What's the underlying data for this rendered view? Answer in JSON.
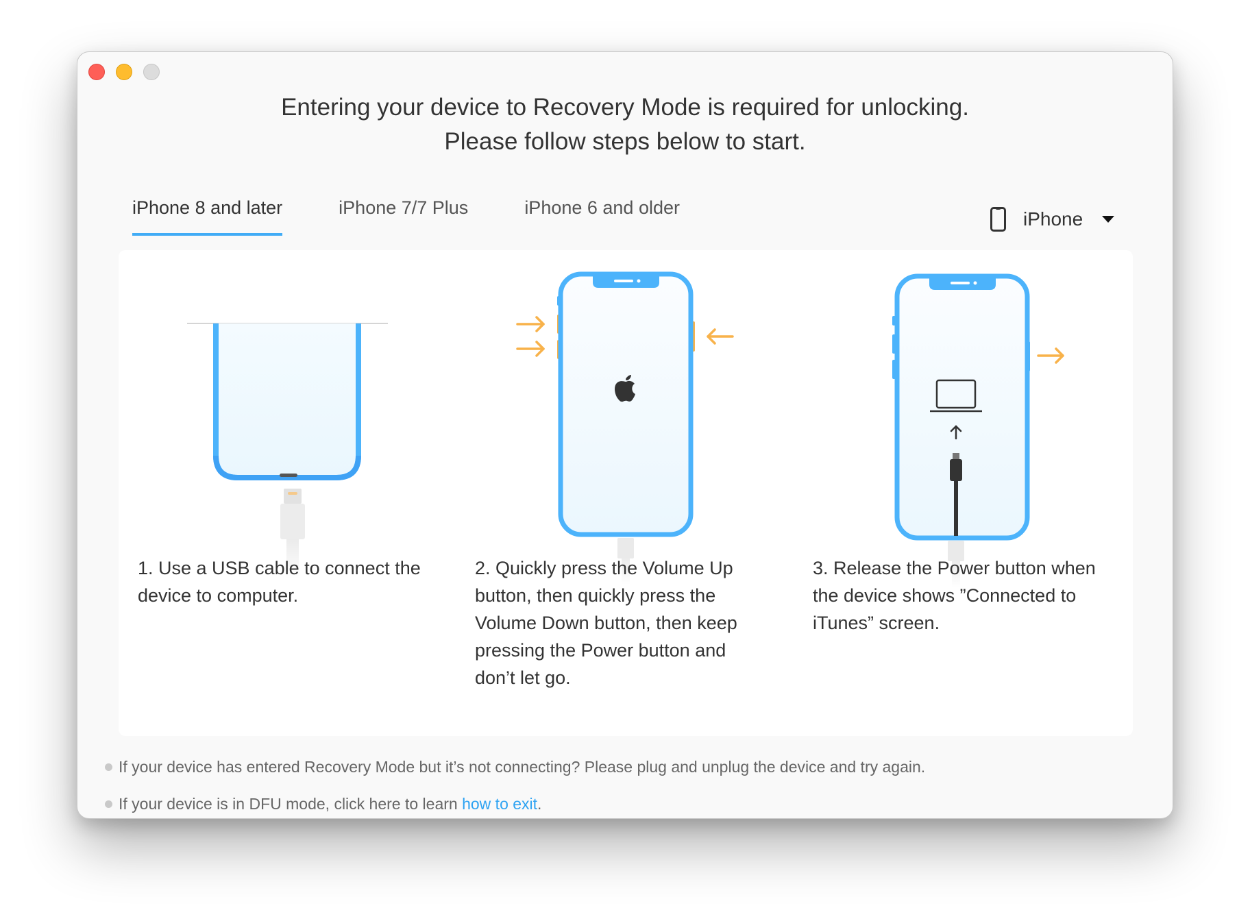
{
  "window": {
    "controls": [
      "close",
      "minimize",
      "zoom"
    ],
    "colors": {
      "close": "#fe5f57",
      "minimize": "#febc2e",
      "zoom": "#dcdcdc"
    }
  },
  "header": {
    "title_line1": "Entering your device to Recovery Mode is required for unlocking.",
    "title_line2": "Please follow steps below to start."
  },
  "tabs": [
    {
      "label": "iPhone 8 and later",
      "active": true
    },
    {
      "label": "iPhone 7/7 Plus",
      "active": false
    },
    {
      "label": "iPhone 6 and older",
      "active": false
    }
  ],
  "device_select": {
    "icon": "phone-icon",
    "selected": "iPhone",
    "caret_icon": "caret-down-icon"
  },
  "steps": [
    {
      "number": 1,
      "text": "1. Use a USB cable to connect the device to computer.",
      "illustration": "phone-bottom-with-usb-cable"
    },
    {
      "number": 2,
      "text": "2. Quickly press the Volume Up button, then quickly press the Volume Down button, then keep pressing the Power button and don’t let go.",
      "illustration": "phone-apple-logo-with-button-arrows"
    },
    {
      "number": 3,
      "text": "3. Release the Power button when the device shows ”Connected to iTunes” screen.",
      "illustration": "phone-connected-to-itunes-screen"
    }
  ],
  "notes": [
    {
      "text": "If your device has entered Recovery Mode but it’s not connecting? Please plug and unplug the device and try again."
    },
    {
      "text_before": "If your device is in DFU mode, click here to learn ",
      "link_text": "how to exit",
      "text_after": "."
    }
  ],
  "colors": {
    "accent": "#41acf6",
    "link": "#2ea3f2",
    "arrow": "#f8b24a",
    "phone_frame": "#4cb3fb",
    "phone_screen": "#eef8fe"
  }
}
